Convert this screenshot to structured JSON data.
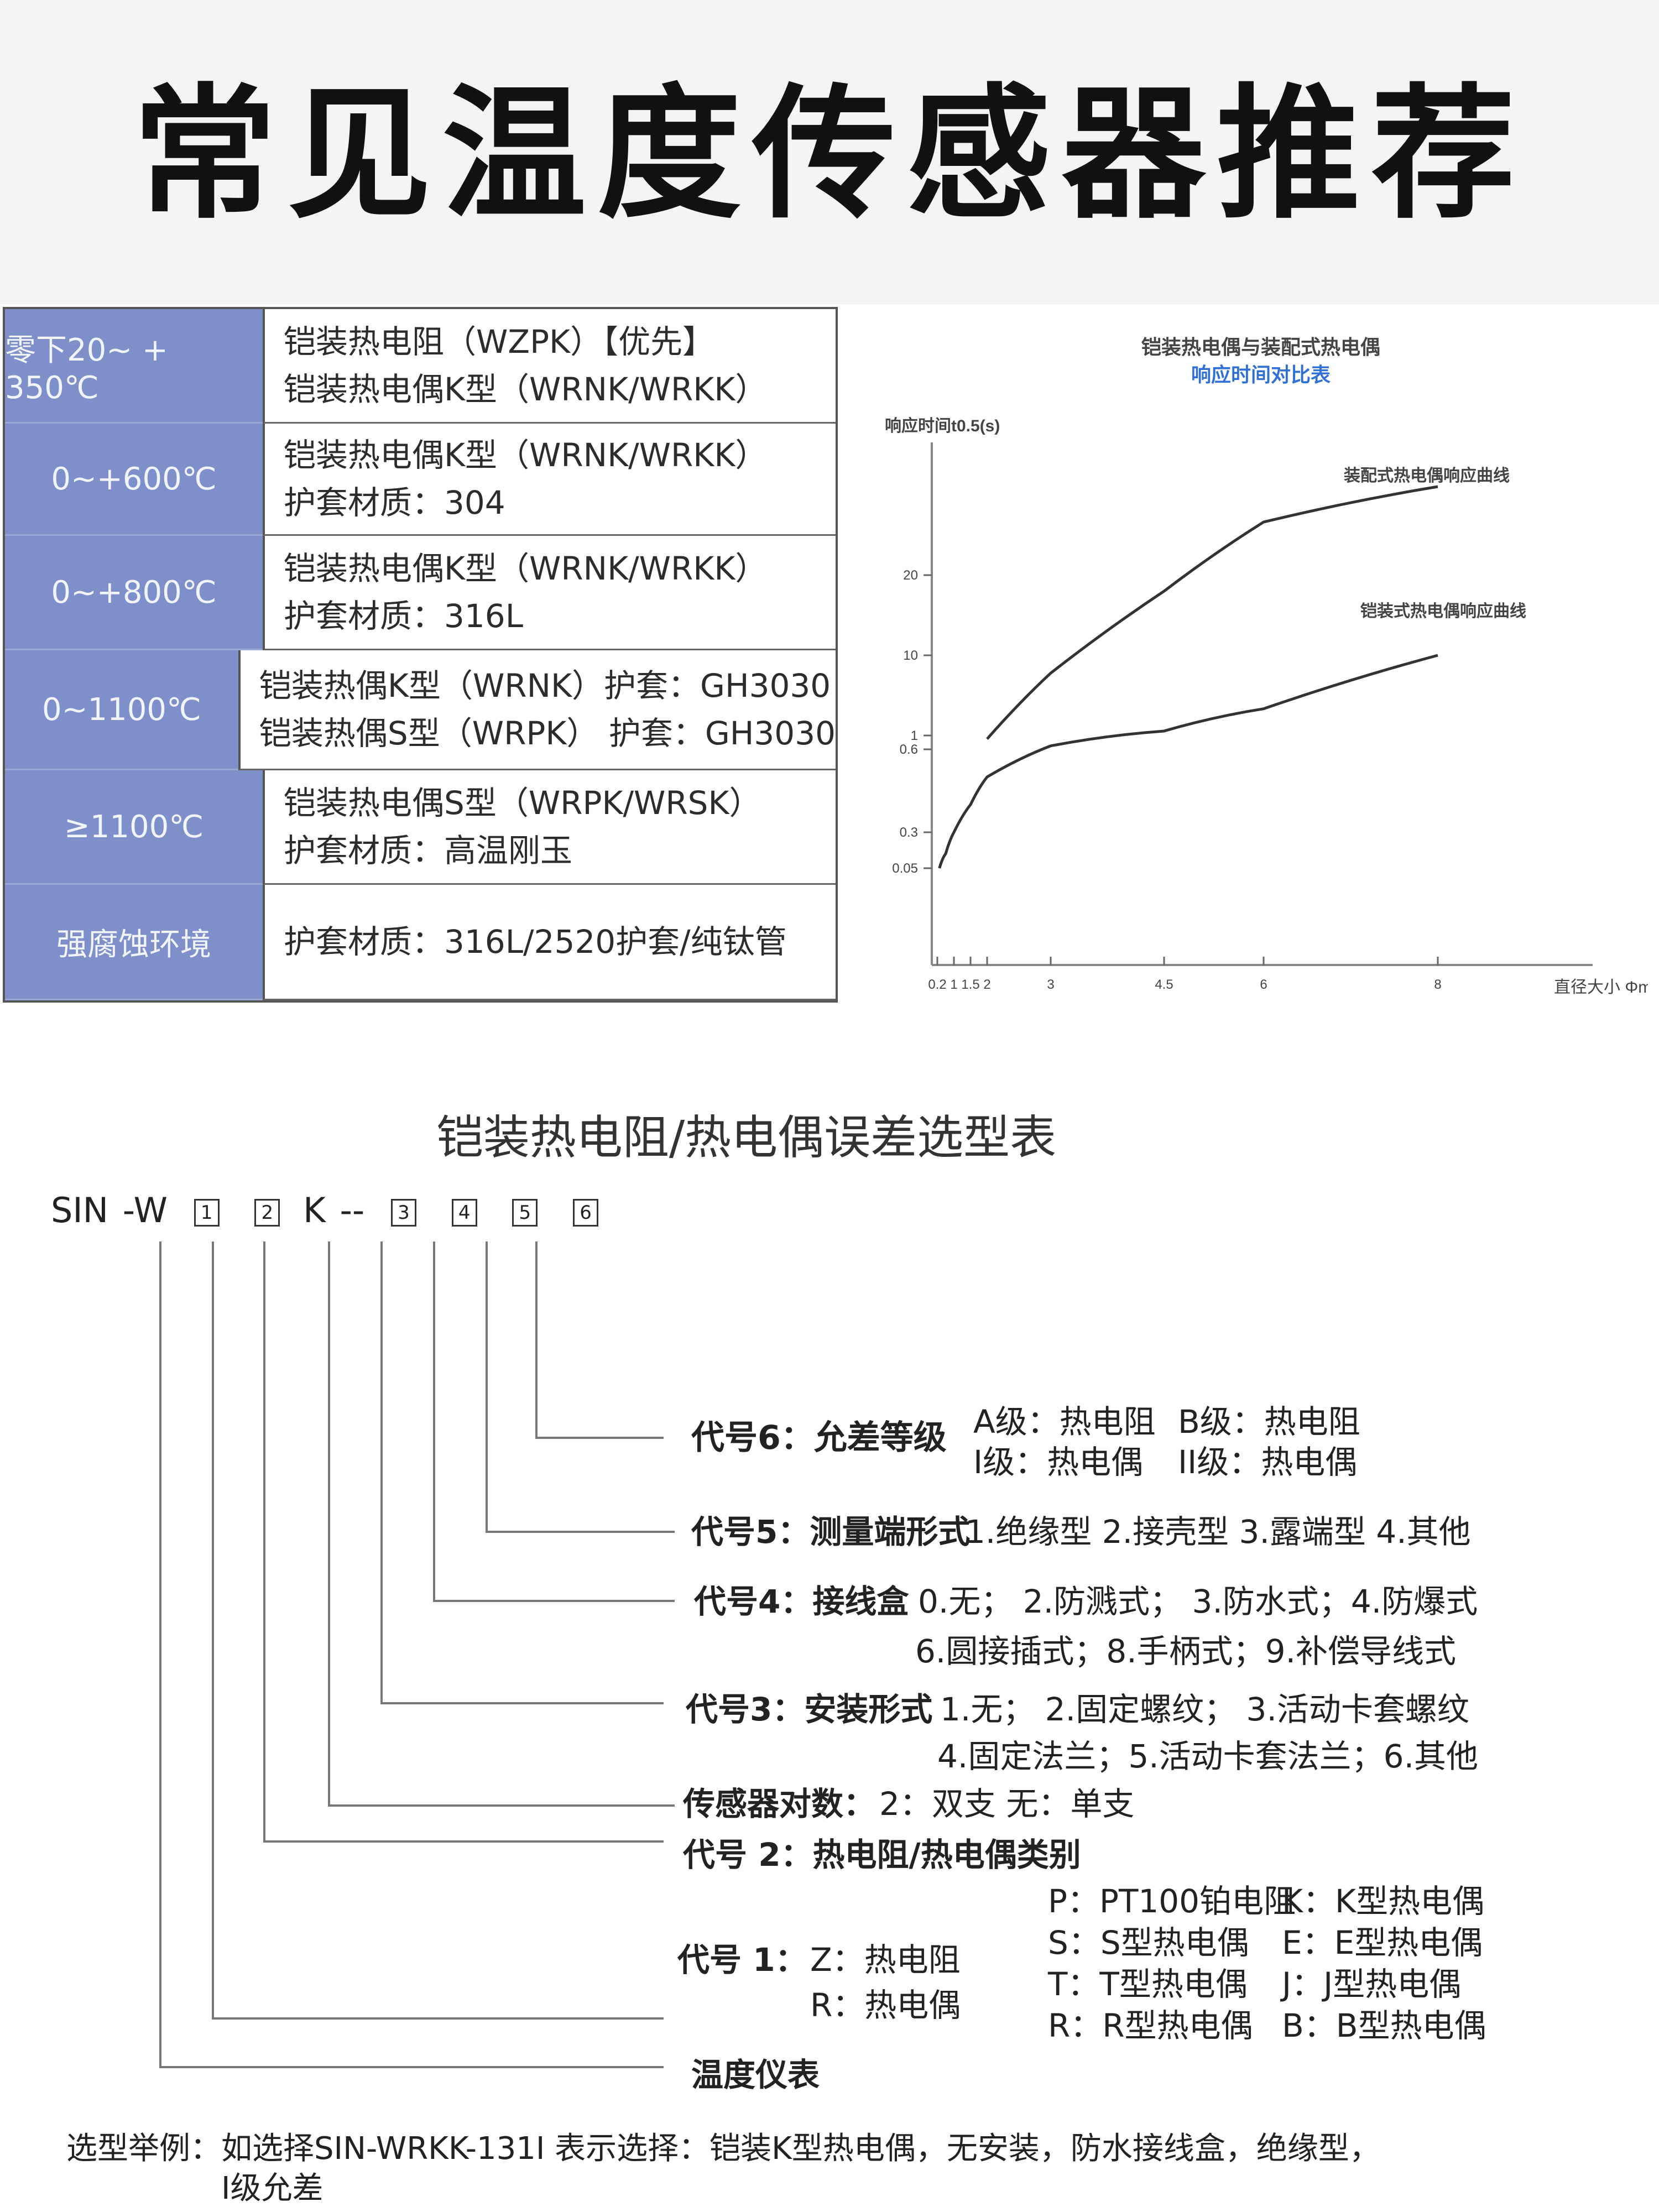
{
  "page": {
    "title": "常见温度传感器推荐"
  },
  "temp_table": {
    "rows": [
      {
        "range": "零下20~ + 350℃",
        "lines": [
          "铠装热电阻（WZPK）【优先】",
          "铠装热电偶K型（WRNK/WRKK）"
        ]
      },
      {
        "range": "0~+600℃",
        "lines": [
          "铠装热电偶K型（WRNK/WRKK）",
          "护套材质：304"
        ]
      },
      {
        "range": "0~+800℃",
        "lines": [
          "铠装热电偶K型（WRNK/WRKK）",
          "护套材质：316L"
        ]
      },
      {
        "range": "0~1100℃",
        "lines": [
          "铠装热偶K型（WRNK）护套：GH3030",
          "铠装热偶S型（WRPK） 护套：GH3030"
        ]
      },
      {
        "range": "≥1100℃",
        "lines": [
          "铠装热电偶S型（WRPK/WRSK）",
          "护套材质：高温刚玉"
        ]
      },
      {
        "range": "强腐蚀环境",
        "lines": [
          "护套材质：316L/2520护套/纯钛管"
        ]
      }
    ]
  },
  "chart_data": {
    "type": "line",
    "title": "铠装热电偶与装配式热电偶",
    "subtitle": "响应时间对比表",
    "ylabel": "响应时间t0.5(s)",
    "xlabel": "直径大小 Φmm",
    "x_ticks": [
      "0.2",
      "1",
      "1.5",
      "2",
      "3",
      "4.5",
      "6",
      "8"
    ],
    "y_ticks": [
      "0.05",
      "0.3",
      "0.6",
      "1",
      "10",
      "20"
    ],
    "series": [
      {
        "name": "装配式热电偶响应曲线",
        "x": [
          2,
          3,
          4.5,
          6,
          8
        ],
        "y": [
          0.9,
          8,
          18,
          26,
          30
        ]
      },
      {
        "name": "铠装式热电偶响应曲线",
        "x": [
          0.3,
          0.6,
          1,
          1.5,
          2,
          3,
          4.5,
          6,
          8
        ],
        "y": [
          0.05,
          0.15,
          0.3,
          0.4,
          0.5,
          0.7,
          1.5,
          4,
          10
        ]
      }
    ]
  },
  "guide": {
    "title": "铠装热电阻/热电偶误差选型表",
    "code_parts": [
      "SIN",
      "-W",
      "1",
      "2",
      "K",
      "--",
      "3",
      "4",
      "5",
      "6"
    ],
    "code6_label": "代号6：允差等级",
    "code6_a": "A级：热电阻",
    "code6_b": "B级：热电阻",
    "code6_c": "I级：热电偶",
    "code6_d": "II级：热电偶",
    "code5_label": "代号5：测量端形式",
    "code5_opts": "1.绝缘型  2.接壳型  3.露端型  4.其他",
    "code4_label": "代号4：接线盒",
    "code4_opts1": "0.无；  2.防溅式；  3.防水式；4.防爆式",
    "code4_opts2": "6.圆接插式；8.手柄式；9.补偿导线式",
    "code3_label": "代号3：安装形式",
    "code3_opts1": "1.无；  2.固定螺纹；  3.活动卡套螺纹",
    "code3_opts2": "4.固定法兰；5.活动卡套法兰；6.其他",
    "pair_label": "传感器对数：",
    "pair_opts": "2：双支    无：单支",
    "code2_label": "代号 2：热电阻/热电偶类别",
    "types": [
      [
        "P：PT100铂电阻",
        "K：K型热电偶"
      ],
      [
        "S：S型热电偶",
        "E：E型热电偶"
      ],
      [
        "T：T型热电偶",
        "J：J型热电偶"
      ],
      [
        "R：R型热电偶",
        "B：B型热电偶"
      ]
    ],
    "code1_label": "代号 1：",
    "code1_z": "Z：热电阻",
    "code1_r": "R：热电偶",
    "meter_label": "温度仪表",
    "example_line1": "选型举例：如选择SIN-WRKK-131I  表示选择：铠装K型热电偶，无安装，防水接线盒，绝缘型，",
    "example_line2": "I级允差"
  }
}
